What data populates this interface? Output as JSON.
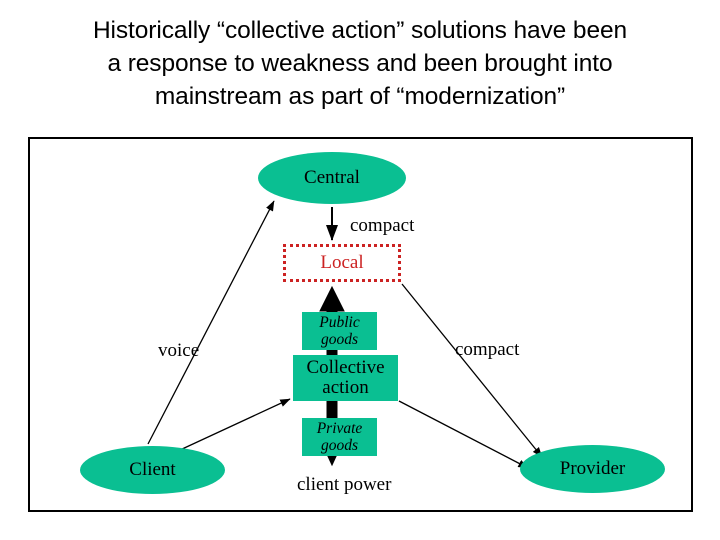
{
  "slide": {
    "title_lines": [
      "Historically “collective action” solutions have been",
      "a response to weakness and been brought into",
      "mainstream as part of “modernization”"
    ],
    "background_color": "#ffffff",
    "frame_border_color": "#000000"
  },
  "diagram": {
    "type": "accountability-triangle",
    "node_fill_color": "#0ABF92",
    "dashed_node_border_color": "#CC2222",
    "dashed_node_text_color": "#CC2222",
    "nodes": [
      {
        "id": "central",
        "label": "Central",
        "shape": "ellipse",
        "style": "serif"
      },
      {
        "id": "local",
        "label": "Local",
        "shape": "dotted-rect",
        "style": "serif"
      },
      {
        "id": "public",
        "label": "Public goods",
        "shape": "rect",
        "style": "serif-italic"
      },
      {
        "id": "collective",
        "label": "Collective action",
        "shape": "rect",
        "style": "serif"
      },
      {
        "id": "private",
        "label": "Private goods",
        "shape": "rect",
        "style": "serif-italic"
      },
      {
        "id": "client",
        "label": "Client",
        "shape": "ellipse",
        "style": "serif"
      },
      {
        "id": "provider",
        "label": "Provider",
        "shape": "ellipse",
        "style": "serif"
      }
    ],
    "edge_labels": [
      {
        "id": "compact-top",
        "label": "compact",
        "for": "central-to-local"
      },
      {
        "id": "voice",
        "label": "voice",
        "for": "client-to-central"
      },
      {
        "id": "compact-side",
        "label": "compact",
        "for": "local-to-provider"
      },
      {
        "id": "client-power",
        "label": "client power",
        "for": "vertical-double-arrow"
      }
    ],
    "edges": [
      {
        "id": "central-to-local",
        "from": "central",
        "to": "local",
        "arrow": "single"
      },
      {
        "id": "client-to-central",
        "from": "client",
        "to": "central",
        "arrow": "single"
      },
      {
        "id": "client-to-collective",
        "from": "client",
        "to": "collective",
        "arrow": "single"
      },
      {
        "id": "local-to-provider",
        "from": "local",
        "to": "provider",
        "arrow": "single"
      },
      {
        "id": "collective-to-provider",
        "from": "collective",
        "to": "provider",
        "arrow": "single"
      },
      {
        "id": "vertical-double-arrow",
        "from": "local",
        "to": "private",
        "arrow": "double"
      }
    ]
  }
}
